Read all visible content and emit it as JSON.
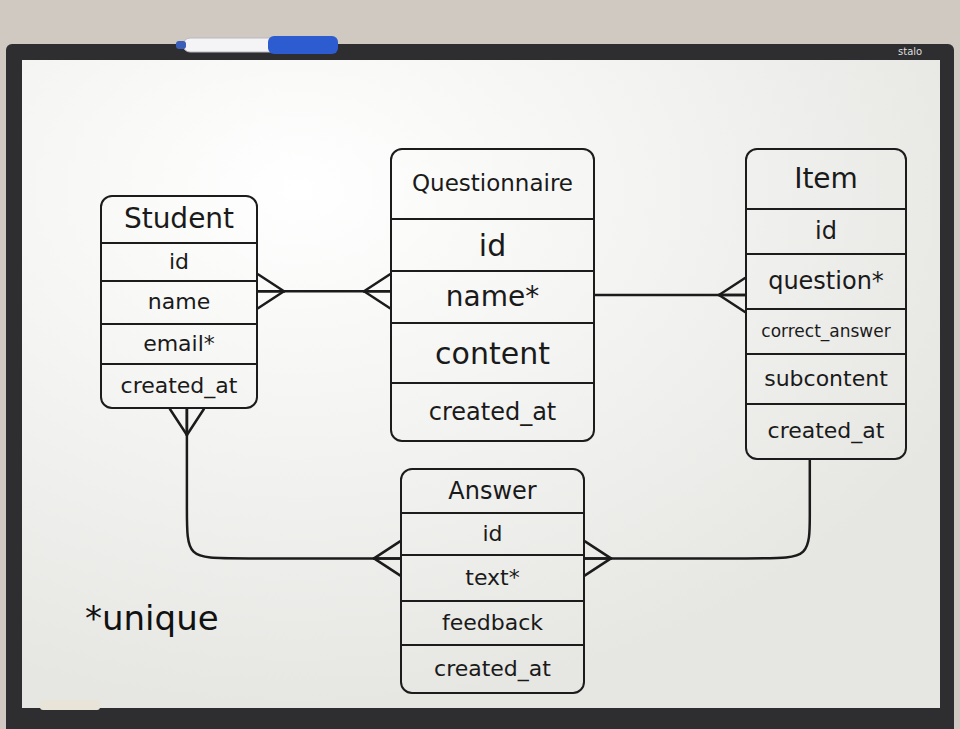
{
  "diagram": {
    "nodes": [
      {
        "text": [
          "Student",
          "id",
          "name",
          "email*",
          "created_at"
        ]
      },
      {
        "text": [
          "Questionnaire",
          "id",
          "name*",
          "content",
          "created_at"
        ]
      },
      {
        "text": [
          "Item",
          "id",
          "question*",
          "correct_answer",
          "subcontent",
          "created_at"
        ]
      },
      {
        "text": [
          "Answer",
          "id",
          "text*",
          "feedback",
          "created_at"
        ]
      }
    ],
    "edges": [
      {
        "from": 0,
        "to": 1,
        "arrow": "both"
      },
      {
        "from": 1,
        "to": 2,
        "arrow": "to"
      },
      {
        "from": 0,
        "to": 3,
        "arrow": "both"
      },
      {
        "from": 2,
        "to": 3,
        "arrow": "to"
      }
    ],
    "labels": [
      "*unique",
      "stalo"
    ]
  }
}
